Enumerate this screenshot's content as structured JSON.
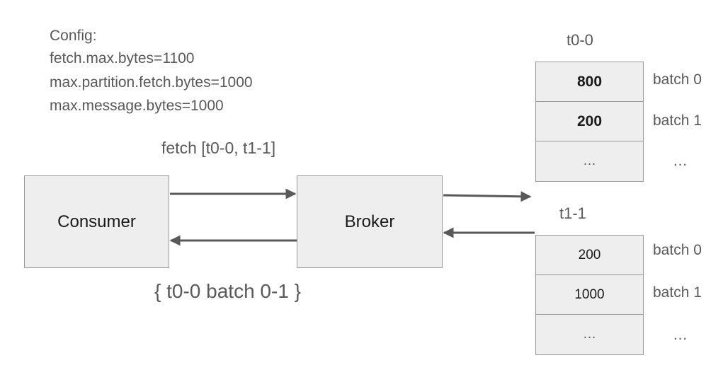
{
  "config": {
    "lines": [
      "Config:",
      "fetch.max.bytes=1100",
      "max.partition.fetch.bytes=1000",
      "max.message.bytes=1000"
    ]
  },
  "request_label": "fetch [t0-0, t1-1]",
  "response_label": "{ t0-0 batch 0-1 }",
  "consumer": {
    "label": "Consumer"
  },
  "broker": {
    "label": "Broker"
  },
  "partitions": [
    {
      "name": "t0-0",
      "cells": [
        "800",
        "200",
        "..."
      ],
      "batch_labels": [
        "batch 0",
        "batch 1",
        "..."
      ]
    },
    {
      "name": "t1-1",
      "cells": [
        "200",
        "1000",
        "..."
      ],
      "batch_labels": [
        "batch 0",
        "batch 1",
        "..."
      ]
    }
  ],
  "colors": {
    "box_fill": "#eeeeee",
    "box_border": "#9a9a9a",
    "arrow": "#595959",
    "text_muted": "#595959",
    "text_dark": "#1a1a1a"
  }
}
